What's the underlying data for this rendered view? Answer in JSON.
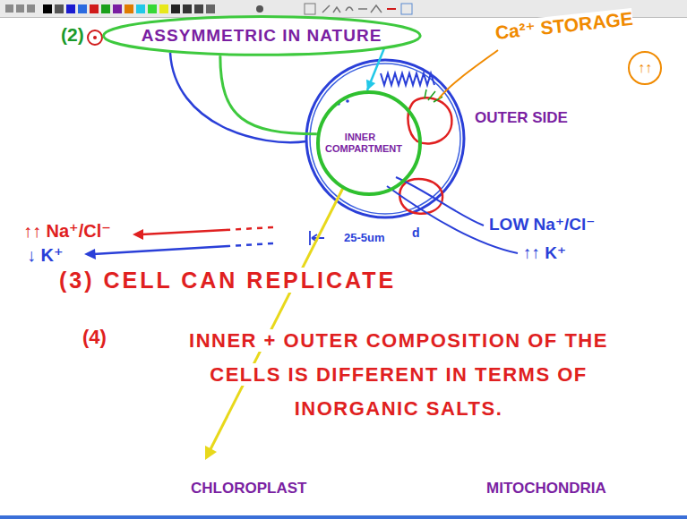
{
  "diagram": {
    "nodes": [
      {
        "text": [
          "ASSYMMETRIC IN NATURE"
        ]
      },
      {
        "text": [
          "INNER COMPARTMENT"
        ]
      }
    ],
    "edges": [
      {
        "from": 0,
        "to": 1,
        "arrow": "none"
      },
      {
        "from": 0,
        "to": 1,
        "arrow": "to"
      }
    ],
    "labels": [
      "(2)",
      "Ca²⁺ STORAGE",
      "↑↑",
      "OUTER SIDE",
      "↑↑ Na⁺/Cl⁻",
      "↓ K⁺",
      "LOW Na⁺/Cl⁻",
      "↑↑ K⁺",
      "25-5um",
      "d",
      "(3) CELL CAN REPLICATE",
      "(4)",
      "INNER + OUTER COMPOSITION OF THE CELLS IS DIFFERENT IN TERMS OF INORGANIC SALTS.",
      "CHLOROPLAST",
      "MITOCHONDRIA"
    ]
  }
}
